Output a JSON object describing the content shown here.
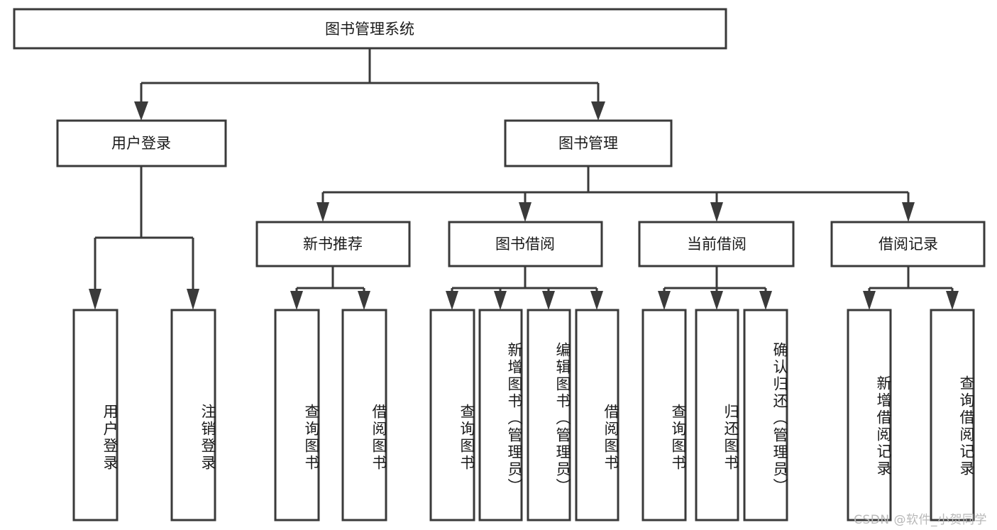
{
  "diagram": {
    "title": "图书管理系统",
    "watermark": "CSDN @软件_小贺同学",
    "colors": {
      "stroke": "#3a3a3a",
      "box_fill": "#ffffff",
      "text": "#1a1a1a",
      "watermark": "#b8b8b8",
      "background": "#ffffff"
    },
    "root": {
      "label": "图书管理系统"
    },
    "level2": [
      {
        "label": "用户登录"
      },
      {
        "label": "图书管理"
      }
    ],
    "level3": [
      {
        "label": "新书推荐"
      },
      {
        "label": "图书借阅"
      },
      {
        "label": "当前借阅"
      },
      {
        "label": "借阅记录"
      }
    ],
    "leaves": {
      "user_login": [
        {
          "label": "用户登录"
        },
        {
          "label": "注销登录"
        }
      ],
      "new_book_recommend": [
        {
          "label": "查询图书"
        },
        {
          "label": "借阅图书"
        }
      ],
      "book_borrow": [
        {
          "label": "查询图书"
        },
        {
          "label": "新增图书（管理员）"
        },
        {
          "label": "编辑图书（管理员）"
        },
        {
          "label": "借阅图书"
        }
      ],
      "current_borrow": [
        {
          "label": "查询图书"
        },
        {
          "label": "归还图书"
        },
        {
          "label": "确认归还（管理员）"
        }
      ],
      "borrow_records": [
        {
          "label": "新增借阅记录"
        },
        {
          "label": "查询借阅记录"
        }
      ]
    }
  }
}
